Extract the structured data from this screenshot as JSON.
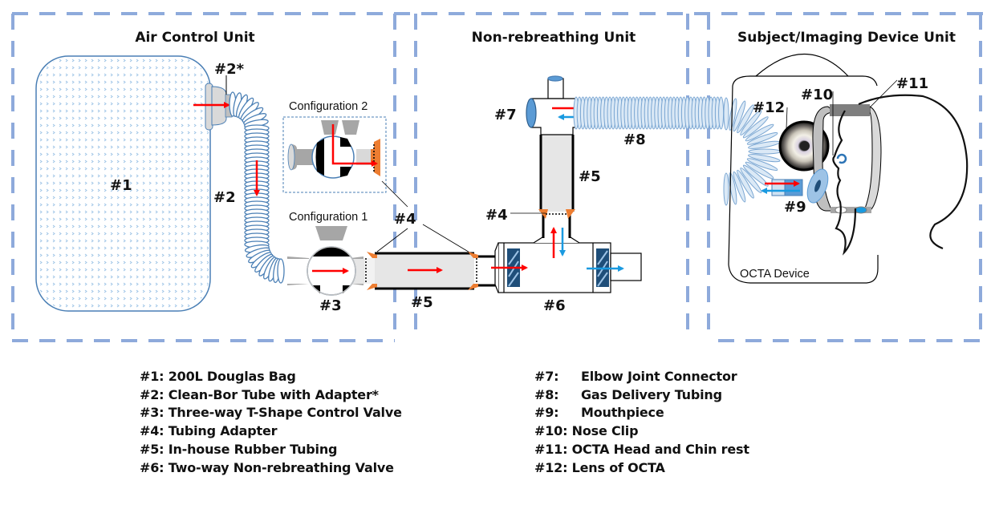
{
  "units": {
    "air_control": {
      "title": "Air Control Unit"
    },
    "non_rebreathing": {
      "title": "Non-rebreathing Unit"
    },
    "subject_imaging": {
      "title": "Subject/Imaging Device Unit"
    }
  },
  "configurations": {
    "config1": "Configuration 1",
    "config2": "Configuration 2"
  },
  "callouts": {
    "c1": "#1",
    "c2": "#2",
    "c2a": "#2*",
    "c3": "#3",
    "c4a": "#4",
    "c4b": "#4",
    "c5a": "#5",
    "c5b": "#5",
    "c6": "#6",
    "c7": "#7",
    "c8": "#8",
    "c9": "#9",
    "c10": "#10",
    "c11": "#11",
    "c12": "#12"
  },
  "device_label": "OCTA Device",
  "colors": {
    "border_dash": "#8eaadb",
    "inhale_arrow": "#ff0000",
    "exhale_arrow": "#1a9ae0",
    "adapter": "#ed7d31",
    "tube_blue": "#4a7fb5",
    "tube_fill": "#dbe9f6",
    "valve_gray": "#a6a6a6"
  },
  "legend": {
    "left": [
      {
        "key": "#1:",
        "text": "200L Douglas Bag"
      },
      {
        "key": "#2:",
        "text": "Clean-Bor Tube with Adapter*"
      },
      {
        "key": "#3:",
        "text": "Three-way T-Shape Control Valve"
      },
      {
        "key": "#4:",
        "text": "Tubing Adapter"
      },
      {
        "key": "#5:",
        "text": "In-house Rubber Tubing"
      },
      {
        "key": "#6:",
        "text": "Two-way Non-rebreathing Valve"
      }
    ],
    "right": [
      {
        "key": "#7:",
        "text": "Elbow Joint Connector"
      },
      {
        "key": "#8:",
        "text": "Gas Delivery Tubing"
      },
      {
        "key": "#9:",
        "text": "Mouthpiece"
      },
      {
        "key": "#10:",
        "text": "Nose Clip"
      },
      {
        "key": "#11:",
        "text": "OCTA Head and Chin rest"
      },
      {
        "key": "#12:",
        "text": "Lens of OCTA"
      }
    ]
  }
}
